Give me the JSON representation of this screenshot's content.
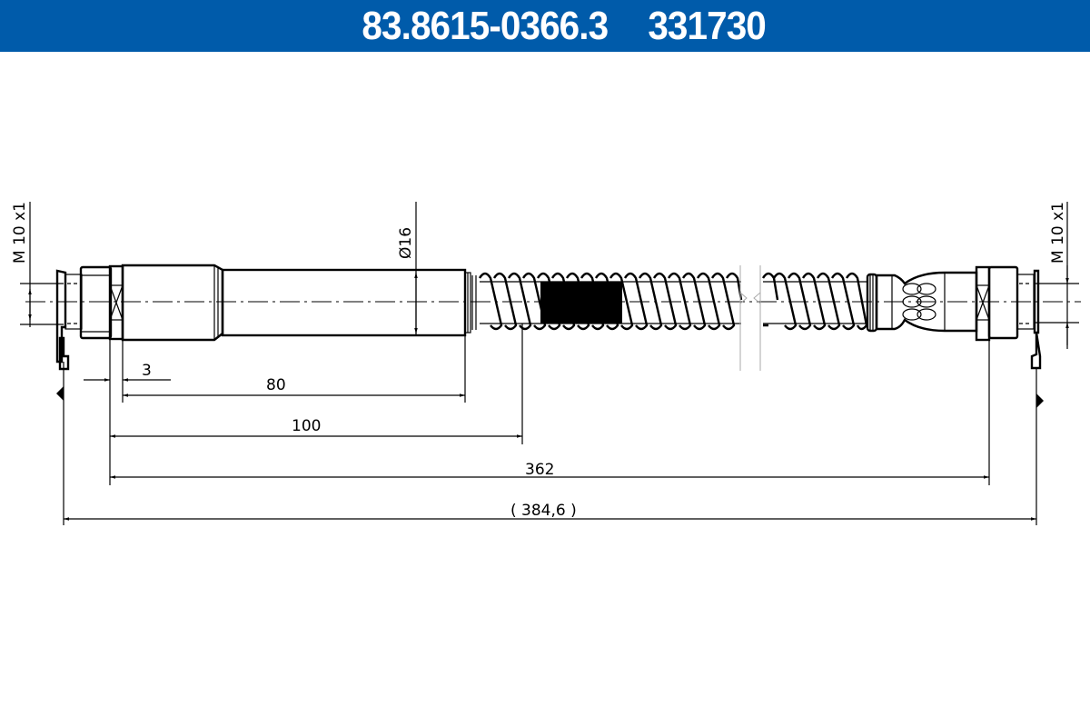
{
  "header": {
    "part_number": "83.8615-0366.3",
    "reference_number": "331730",
    "background_color": "#005baa",
    "text_color": "#ffffff"
  },
  "drawing": {
    "type": "brake hose technical drawing",
    "labels": {
      "thread_left": "M 10 x1",
      "thread_right": "M 10 x1",
      "diameter": "Ø16"
    },
    "dimensions": {
      "d_3": "3",
      "d_80": "80",
      "d_100": "100",
      "d_362": "362",
      "d_total": "( 384,6 )"
    }
  }
}
